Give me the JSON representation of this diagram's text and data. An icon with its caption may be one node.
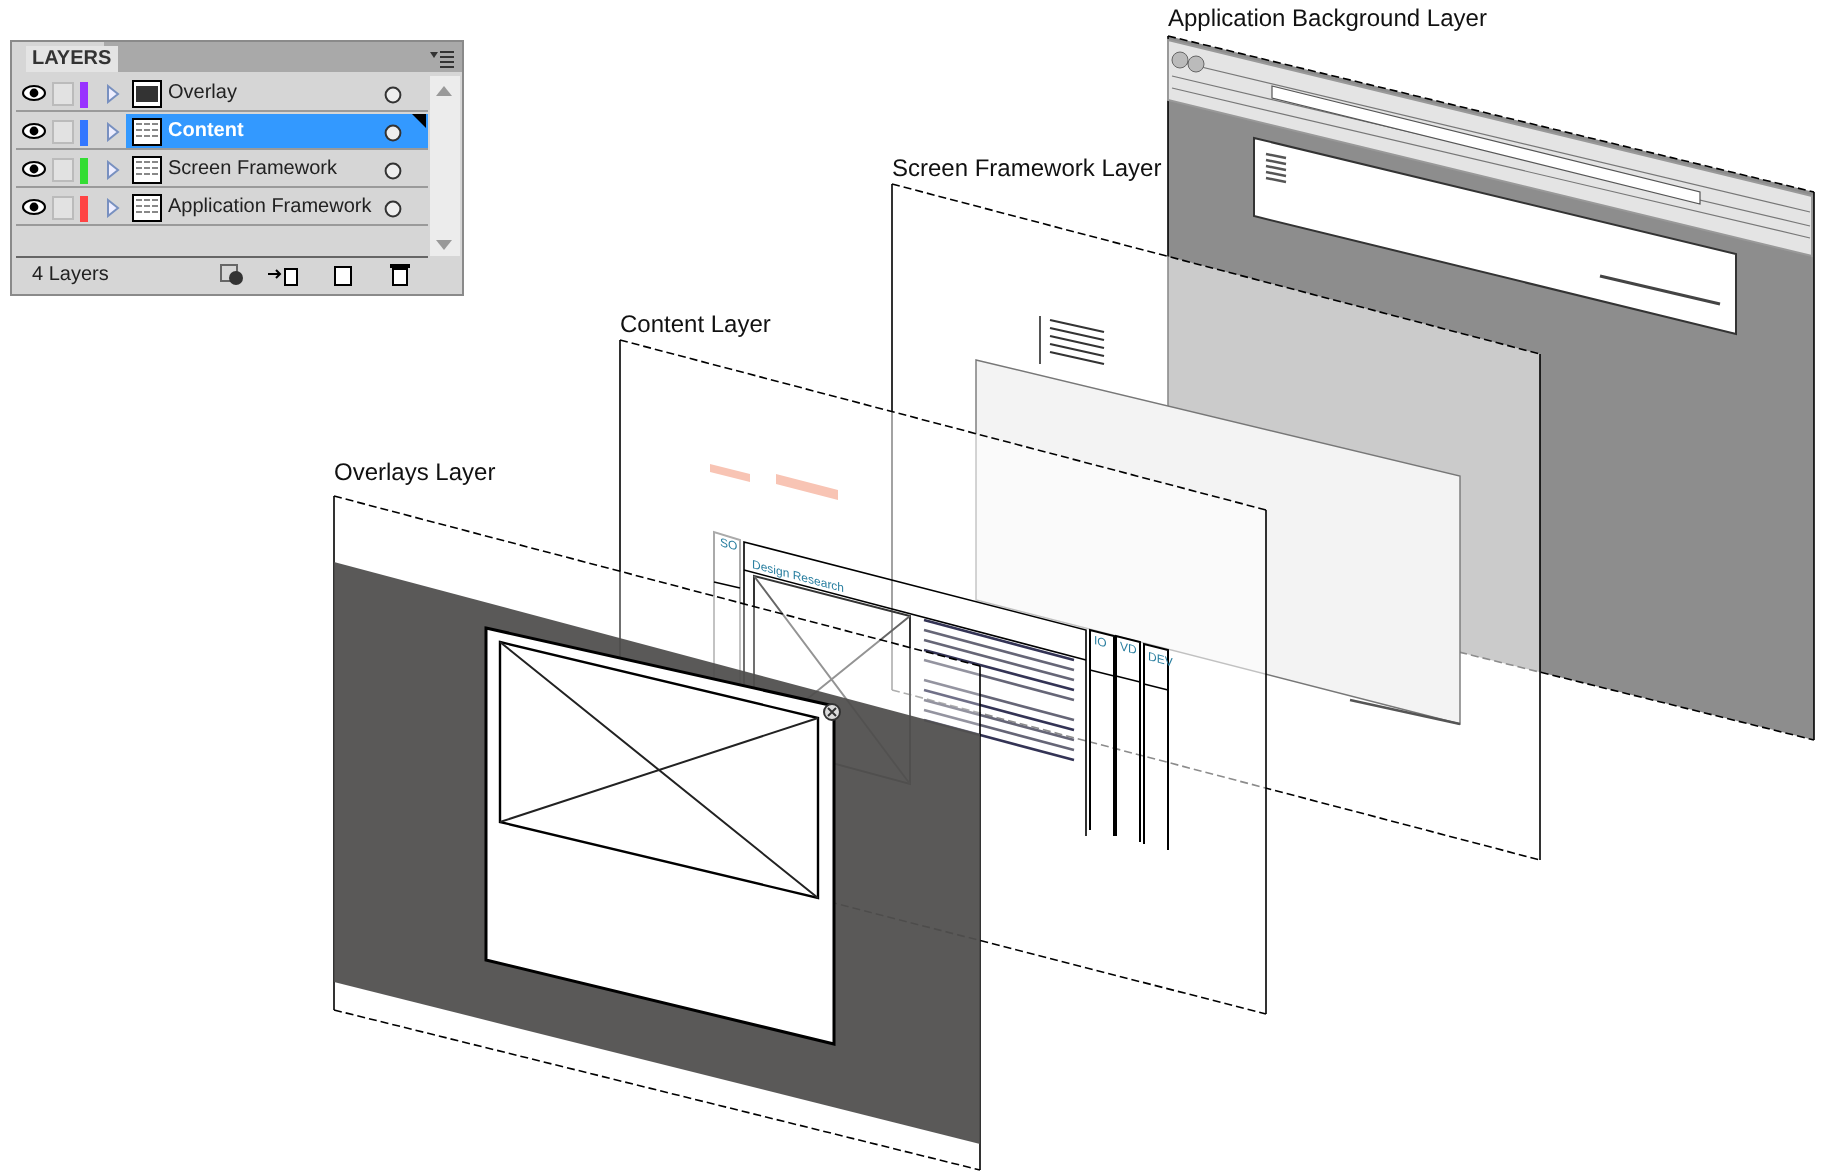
{
  "diagram": {
    "nodes": [
      {
        "text": [
          "Application Background Layer"
        ]
      },
      {
        "text": [
          "Screen Framework Layer"
        ]
      },
      {
        "text": [
          "Content Layer"
        ]
      },
      {
        "text": [
          "Overlays Layer"
        ]
      }
    ],
    "labels": [
      "LAYERS",
      "Overlay",
      "Content",
      "Screen Framework",
      "Application Framework",
      "4 Layers",
      "SO",
      "Design Research",
      "IO",
      "VD",
      "DEV"
    ]
  }
}
